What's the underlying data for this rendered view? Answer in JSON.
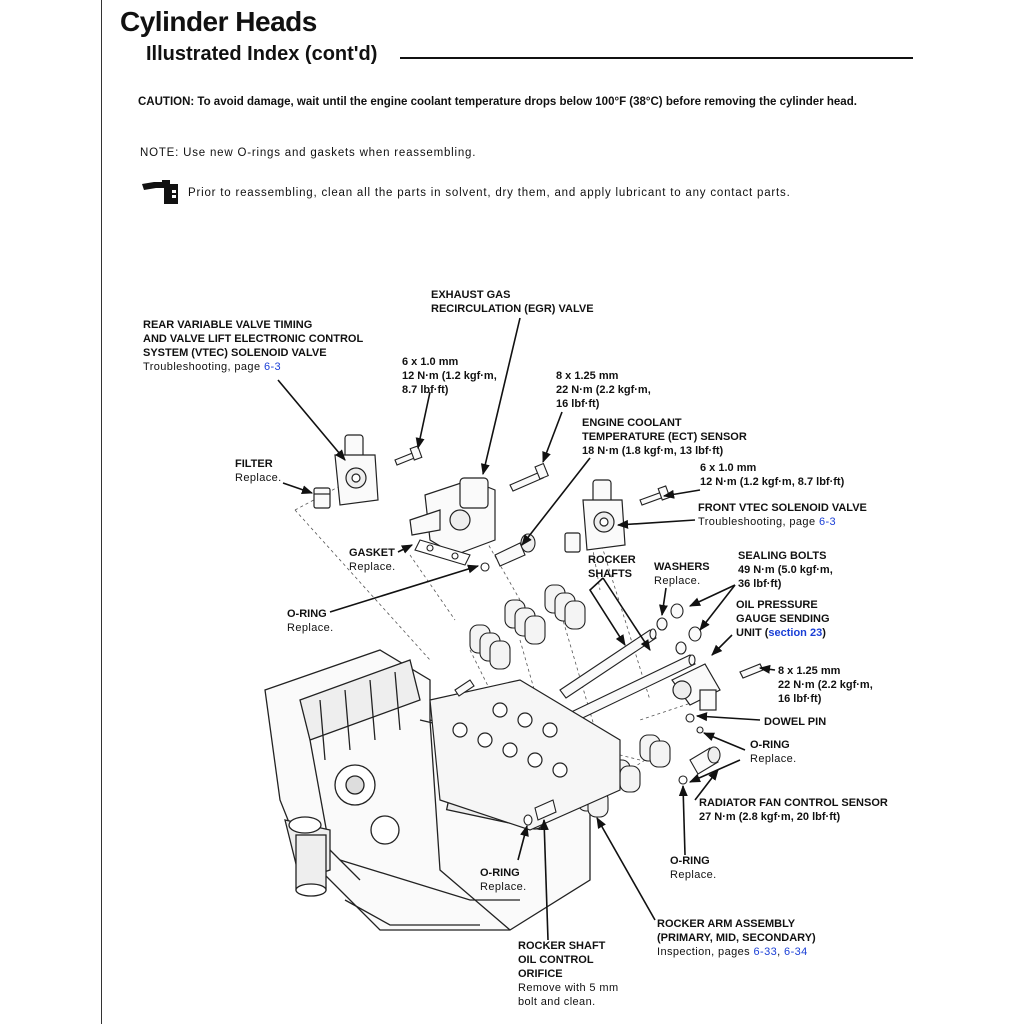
{
  "header": {
    "title": "Cylinder Heads",
    "subtitle": "Illustrated Index (cont'd)"
  },
  "caution": "CAUTION: To avoid damage, wait until the engine coolant temperature drops below 100°F (38°C) before removing the cylinder head.",
  "note": "NOTE: Use new O-rings and gaskets when reassembling.",
  "prior": "Prior to reassembling, clean all the parts in solvent, dry them, and apply lubricant to any contact parts.",
  "labels": {
    "rear_vtec": {
      "l1": "REAR VARIABLE VALVE TIMING",
      "l2": "AND VALVE LIFT ELECTRONIC CONTROL",
      "l3": "SYSTEM (VTEC) SOLENOID VALVE",
      "note": "Troubleshooting, page",
      "link": "6-3"
    },
    "egr": {
      "l1": "EXHAUST GAS",
      "l2": "RECIRCULATION (EGR) VALVE"
    },
    "bolt_6x10_top": {
      "l1": "6 x 1.0 mm",
      "l2": "12 N·m (1.2 kgf·m,",
      "l3": "8.7 lbf·ft)"
    },
    "bolt_8x125_top": {
      "l1": "8 x 1.25 mm",
      "l2": "22 N·m (2.2 kgf·m,",
      "l3": "16 lbf·ft)"
    },
    "ect": {
      "l1": "ENGINE COOLANT",
      "l2": "TEMPERATURE (ECT) SENSOR",
      "l3": "18 N·m (1.8 kgf·m, 13 lbf·ft)"
    },
    "bolt_6x10_right": {
      "l1": "6 x 1.0 mm",
      "l2": "12 N·m (1.2 kgf·m, 8.7 lbf·ft)"
    },
    "filter": {
      "l1": "FILTER",
      "note": "Replace."
    },
    "front_vtec": {
      "l1": "FRONT VTEC SOLENOID VALVE",
      "note": "Troubleshooting, page",
      "link": "6-3"
    },
    "gasket": {
      "l1": "GASKET",
      "note": "Replace."
    },
    "rocker_shafts": {
      "l1": "ROCKER",
      "l2": "SHAFTS"
    },
    "washers": {
      "l1": "WASHERS",
      "note": "Replace."
    },
    "sealing_bolts": {
      "l1": "SEALING BOLTS",
      "l2": "49 N·m (5.0 kgf·m,",
      "l3": "36 lbf·ft)"
    },
    "oring_left": {
      "l1": "O-RING",
      "note": "Replace."
    },
    "oil_pressure": {
      "l1": "OIL PRESSURE",
      "l2": "GAUGE SENDING",
      "l3": "UNIT (",
      "link": "section 23",
      "l3end": ")"
    },
    "bolt_8x125_right": {
      "l1": "8 x 1.25 mm",
      "l2": "22 N·m (2.2 kgf·m,",
      "l3": "16 lbf·ft)"
    },
    "dowel_pin": {
      "l1": "DOWEL PIN"
    },
    "oring_right": {
      "l1": "O-RING",
      "note": "Replace."
    },
    "radiator_fan": {
      "l1": "RADIATOR FAN CONTROL SENSOR",
      "l2": "27 N·m (2.8 kgf·m, 20 lbf·ft)"
    },
    "oring_bottom_right": {
      "l1": "O-RING",
      "note": "Replace."
    },
    "oring_bottom_left": {
      "l1": "O-RING",
      "note": "Replace."
    },
    "rocker_arm": {
      "l1": "ROCKER ARM ASSEMBLY",
      "l2": "(PRIMARY, MID, SECONDARY)",
      "note": "Inspection, pages",
      "link1": "6-33",
      "link2": "6-34"
    },
    "orifice": {
      "l1": "ROCKER SHAFT",
      "l2": "OIL CONTROL",
      "l3": "ORIFICE",
      "n1": "Remove with 5 mm",
      "n2": "bolt and clean."
    }
  }
}
